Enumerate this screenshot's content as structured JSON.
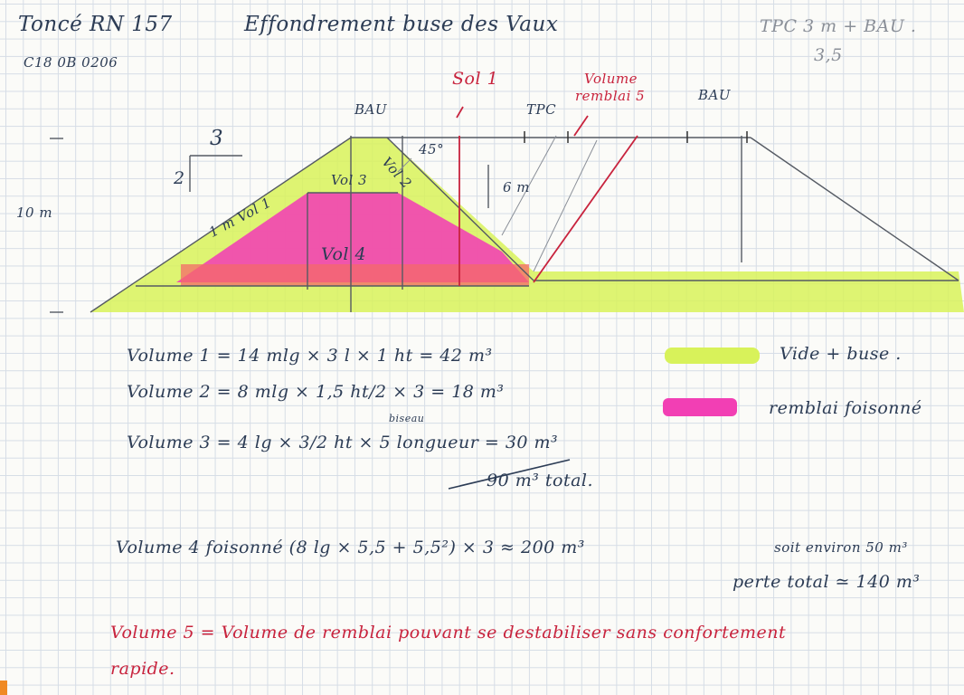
{
  "header": {
    "title_left": "Toncé RN 157",
    "title_main": "Effondrement buse des Vaux",
    "reference": "C18 0B 0206",
    "tpc_note": "TPC 3 m + BAU .",
    "tpc_note_2": "3,5"
  },
  "sketch": {
    "labels": {
      "bau_left": "BAU",
      "bau_right": "BAU",
      "tpc": "TPC",
      "sol1": "Sol 1",
      "volume_remblai_line1": "Volume",
      "volume_remblai_line2": "remblai 5",
      "slope_top": "3",
      "slope_side": "2",
      "angle": "45°",
      "height_6m": "6 m",
      "height_10m": "10 m",
      "vol1": "1 m Vol 1",
      "vol2": "Vol 2",
      "vol3": "Vol 3",
      "vol4": "Vol 4"
    }
  },
  "calculations": {
    "volume1": "Volume 1 = 14 mlg × 3 l × 1 ht = 42 m³",
    "volume2": "Volume 2 = 8 mlg × 1,5 ht/2 × 3 = 18 m³",
    "volume2_note": "biseau",
    "volume3": "Volume 3 = 4 lg × 3/2 ht × 5 longueur = 30 m³",
    "total": "90 m³ total.",
    "volume4": "Volume 4 foisonné (8 lg × 5,5 + 5,5²) × 3 ≈ 200 m³",
    "volume4_extra": "soit environ 50 m³",
    "perte_totale": "perte total ≃ 140 m³"
  },
  "legend": {
    "green_label": "Vide + buse .",
    "pink_label": "remblai foisonné",
    "green_color": "#d8f25a",
    "pink_color": "#f23fb4"
  },
  "footer_note": {
    "line1": "Volume 5 = Volume de remblai pouvant se destabiliser sans confortement",
    "line2": "rapide."
  }
}
